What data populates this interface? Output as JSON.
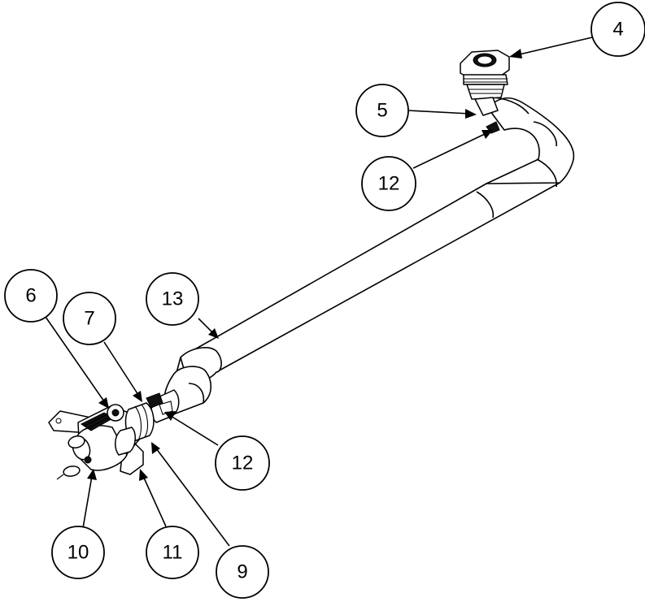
{
  "balloons": [
    {
      "label": "4"
    },
    {
      "label": "5"
    },
    {
      "label": "12"
    },
    {
      "label": "6"
    },
    {
      "label": "7"
    },
    {
      "label": "13"
    },
    {
      "label": "12"
    },
    {
      "label": "10"
    },
    {
      "label": "11"
    },
    {
      "label": "9"
    }
  ]
}
